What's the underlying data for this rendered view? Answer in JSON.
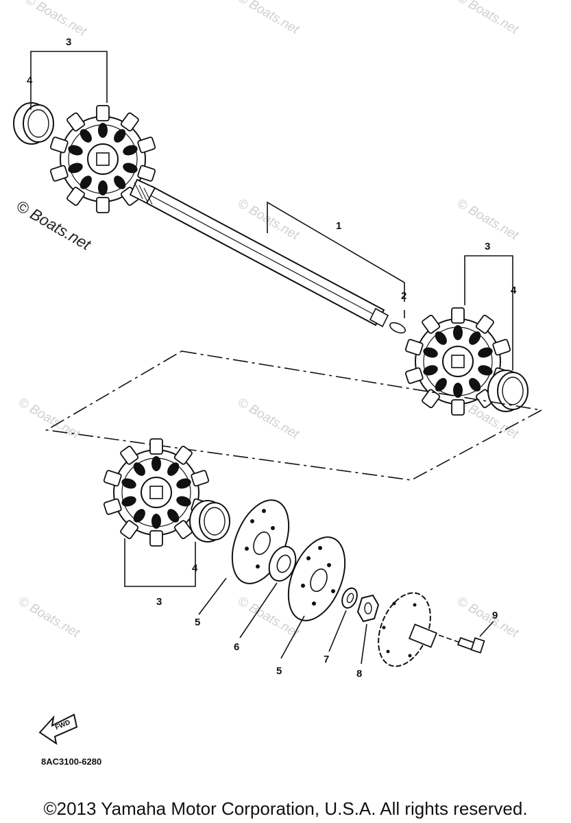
{
  "diagram": {
    "callouts": [
      "1",
      "2",
      "3",
      "4",
      "5",
      "6",
      "7",
      "8",
      "9"
    ],
    "fwd_label": "FWD",
    "part_code": "8AC3100-6280",
    "copyright": "©2013 Yamaha Motor Corporation, U.S.A. All rights reserved.",
    "watermark": "© Boats.net"
  }
}
